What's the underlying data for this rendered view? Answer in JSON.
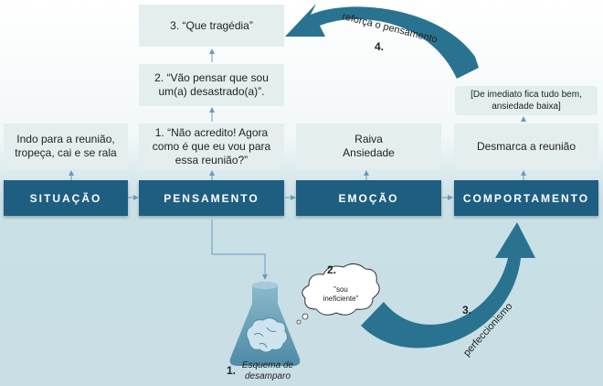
{
  "categories": {
    "situacao": "SITUAÇÃO",
    "pensamento": "PENSAMENTO",
    "emocao": "EMOÇÃO",
    "comportamento": "COMPORTAMENTO"
  },
  "boxes": {
    "situacao": "Indo para a reunião, tropeça, cai e se rala",
    "pensamento1": "1. “Não acredito! Agora como é que eu vou para essa reunião?”",
    "pensamento2": "2. “Vão pensar que sou um(a) desastrado(a)”.",
    "pensamento3": "3. “Que tragédia”",
    "emocao_line1": "Raiva",
    "emocao_line2": "Ansiedade",
    "comportamento": "Desmarca a reunião",
    "consequencia": "[De imediato fica tudo bem, ansiedade baixa]"
  },
  "labels": {
    "step4_number": "4.",
    "step4_text": "reforça o pensamento",
    "step2_number": "2.",
    "thought_text": "\"sou ineficiente\"",
    "step3_number": "3.",
    "step3_text": "perfeccionismo",
    "step1_number": "1.",
    "schema_text": "Esquema de desamparo"
  },
  "colors": {
    "band": "#1e5e80",
    "box": "#e4eeef",
    "arrow": "#2a7390",
    "connector": "#6a9bbd"
  },
  "icons": [
    "brain-flask-icon",
    "thought-cloud-icon"
  ]
}
